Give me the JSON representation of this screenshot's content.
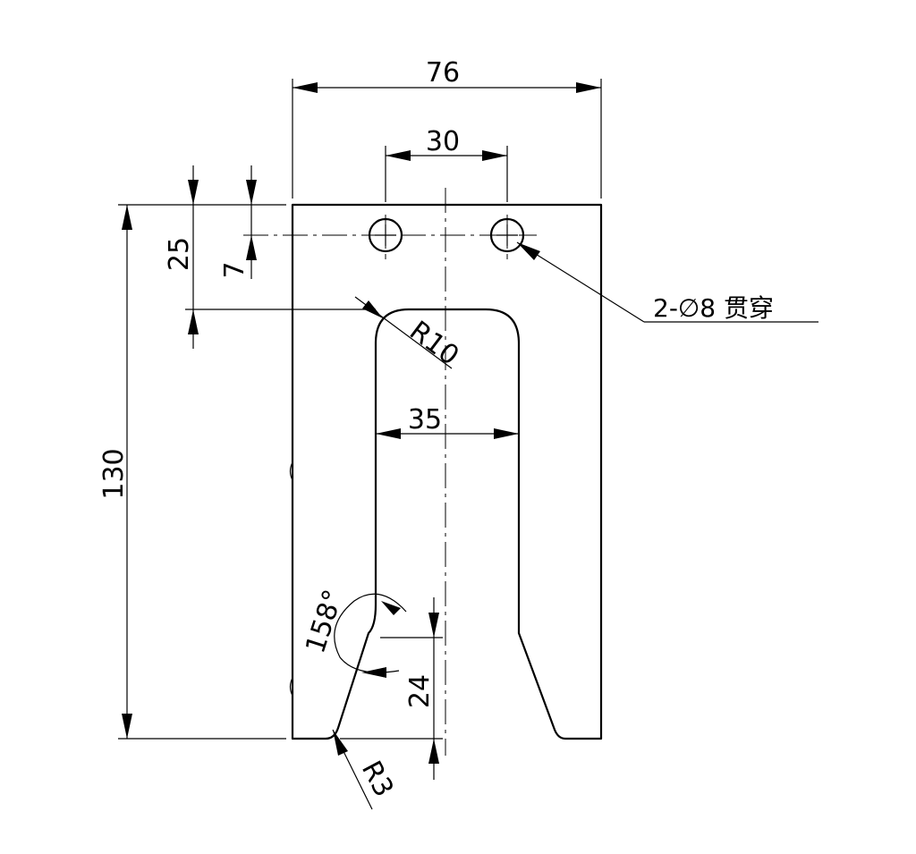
{
  "dimensions": {
    "overall_width": "76",
    "hole_spacing": "30",
    "overall_height": "130",
    "slot_depth": "25",
    "hole_offset": "7",
    "slot_width": "35",
    "chamfer_height": "24",
    "angle": "158°",
    "top_radius": "R10",
    "bottom_radius": "R3"
  },
  "note": "2-∅8 贯穿"
}
